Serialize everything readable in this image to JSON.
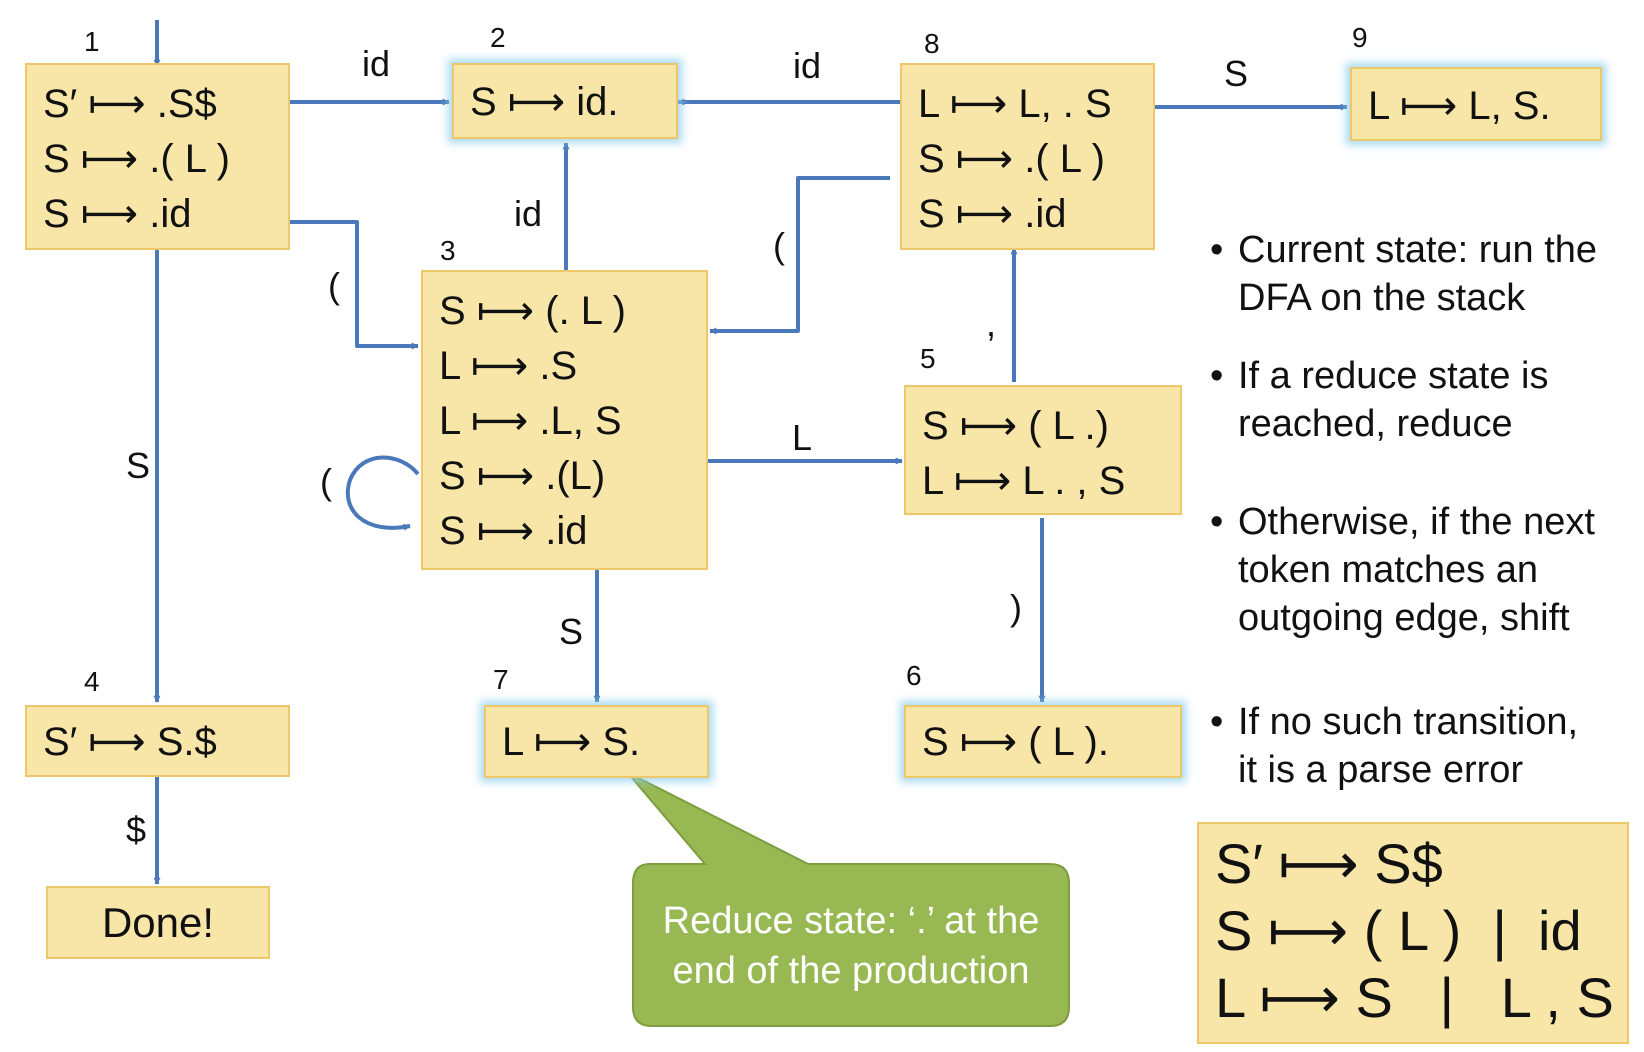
{
  "states": [
    {
      "id": "s1",
      "num": "1",
      "items": [
        "S′ ⟼ .S$",
        "S ⟼ .( L )",
        "S ⟼ .id"
      ]
    },
    {
      "id": "s2",
      "num": "2",
      "items": [
        "S ⟼ id."
      ]
    },
    {
      "id": "s3",
      "num": "3",
      "items": [
        "S ⟼ (. L )",
        "L ⟼ .S",
        "L ⟼ .L, S",
        "S ⟼ .(L)",
        "S ⟼ .id"
      ]
    },
    {
      "id": "s4",
      "num": "4",
      "items": [
        "S′ ⟼ S.$"
      ]
    },
    {
      "id": "s5",
      "num": "5",
      "items": [
        "S ⟼ ( L .)",
        "L ⟼ L . , S"
      ]
    },
    {
      "id": "s6",
      "num": "6",
      "items": [
        "S ⟼ ( L )."
      ]
    },
    {
      "id": "s7",
      "num": "7",
      "items": [
        "L ⟼ S."
      ]
    },
    {
      "id": "s8",
      "num": "8",
      "items": [
        "L ⟼ L, . S",
        "S ⟼ .( L )",
        "S ⟼ .id"
      ]
    },
    {
      "id": "s9",
      "num": "9",
      "items": [
        "L ⟼ L, S."
      ]
    }
  ],
  "edges": [
    {
      "from": "1",
      "to": "2",
      "label": "id"
    },
    {
      "from": "1",
      "to": "3",
      "label": "("
    },
    {
      "from": "1",
      "to": "4",
      "label": "S"
    },
    {
      "from": "3",
      "to": "2",
      "label": "id"
    },
    {
      "from": "3",
      "to": "3",
      "label": "("
    },
    {
      "from": "3",
      "to": "5",
      "label": "L"
    },
    {
      "from": "3",
      "to": "7",
      "label": "S"
    },
    {
      "from": "8",
      "to": "2",
      "label": "id"
    },
    {
      "from": "8",
      "to": "3",
      "label": "("
    },
    {
      "from": "8",
      "to": "9",
      "label": "S"
    },
    {
      "from": "5",
      "to": "8",
      "label": ","
    },
    {
      "from": "5",
      "to": "6",
      "label": ")"
    },
    {
      "from": "4",
      "to": "done",
      "label": "$"
    }
  ],
  "done_label": "Done!",
  "callout": {
    "line1": "Reduce state: ‘.’ at the",
    "line2": "end of the production"
  },
  "notes": [
    {
      "line1": "Current state: run the",
      "line2": "DFA on the stack"
    },
    {
      "line1": "If a reduce state is",
      "line2": "reached, reduce"
    },
    {
      "line1": "Otherwise, if the next",
      "line2": "token matches an",
      "line3": "outgoing edge, shift"
    },
    {
      "line1": "If no such transition,",
      "line2": "it is a parse error"
    }
  ],
  "bullet": "•",
  "grammar": [
    "S′ ⟼ S$",
    "S ⟼ ( L )  |  id",
    "L ⟼ S   |   L , S"
  ],
  "colors": {
    "state_fill": "#f8e6a8",
    "state_border": "#ecc86a",
    "arrow": "#4a78bb",
    "reduce_glow": "#8ccdeb",
    "callout_fill": "#97b852",
    "callout_border": "#7f9c3f"
  }
}
